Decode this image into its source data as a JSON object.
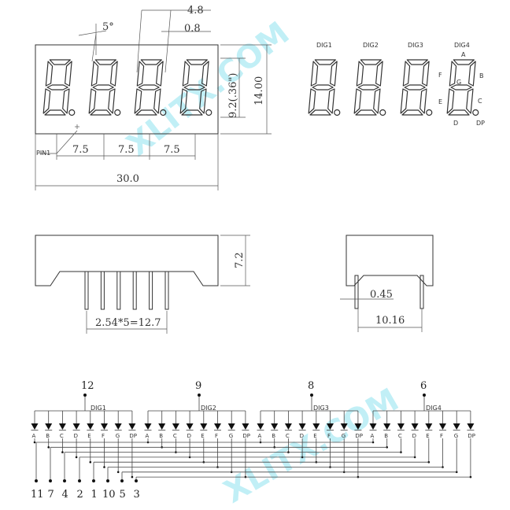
{
  "front_view": {
    "dims": {
      "tilt": "5°",
      "segment_width": "4.8",
      "segment_stroke": "0.8",
      "digit_height": "9.2(.36\")",
      "body_height": "14.00",
      "pitch": [
        "7.5",
        "7.5",
        "7.5"
      ],
      "total_width": "30.0"
    },
    "pin1_label": "PIN1"
  },
  "segment_map": {
    "digit_labels": [
      "DIG1",
      "DIG2",
      "DIG3",
      "DIG4"
    ],
    "segment_labels": {
      "a": "A",
      "b": "B",
      "c": "C",
      "d": "D",
      "e": "E",
      "f": "F",
      "g": "G",
      "dp": "DP"
    }
  },
  "side_view": {
    "height": "7.2",
    "pin_pitch": "2.54*5=12.7"
  },
  "end_view": {
    "pin_width": "0.45",
    "row_spacing": "10.16"
  },
  "schematic": {
    "commons": [
      {
        "pin": "12",
        "label": "DIG1"
      },
      {
        "pin": "9",
        "label": "DIG2"
      },
      {
        "pin": "8",
        "label": "DIG3"
      },
      {
        "pin": "6",
        "label": "DIG4"
      }
    ],
    "segment_order": [
      "A",
      "B",
      "C",
      "D",
      "E",
      "F",
      "G",
      "DP"
    ],
    "bottom_pins": [
      "11",
      "7",
      "4",
      "2",
      "1",
      "10",
      "5",
      "3"
    ]
  },
  "watermark": "XLITX.COM"
}
